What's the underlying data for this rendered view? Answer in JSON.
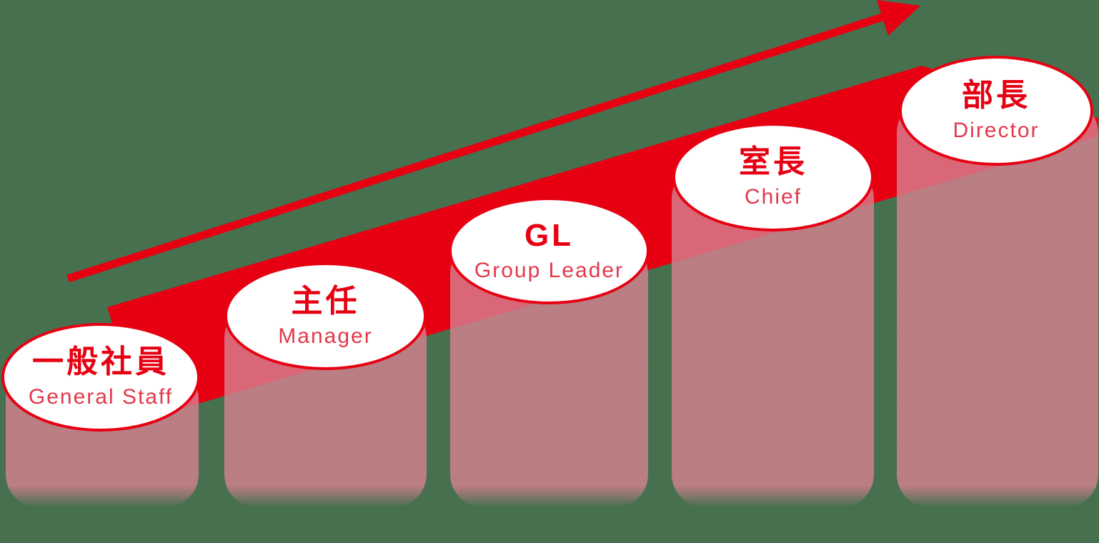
{
  "diagram": {
    "name": "career-path-ladder",
    "colors": {
      "background": "#47704f",
      "accent_red": "#e60012",
      "column_pink": "#b97e83",
      "subtitle_red": "#e2394b",
      "badge_fill": "#ffffff"
    },
    "arrow": {
      "description": "growth arrow rising left to right"
    },
    "levels": [
      {
        "title": "一般社員",
        "subtitle": "General Staff"
      },
      {
        "title": "主任",
        "subtitle": "Manager"
      },
      {
        "title": "GL",
        "subtitle": "Group Leader"
      },
      {
        "title": "室長",
        "subtitle": "Chief"
      },
      {
        "title": "部長",
        "subtitle": "Director"
      }
    ]
  }
}
